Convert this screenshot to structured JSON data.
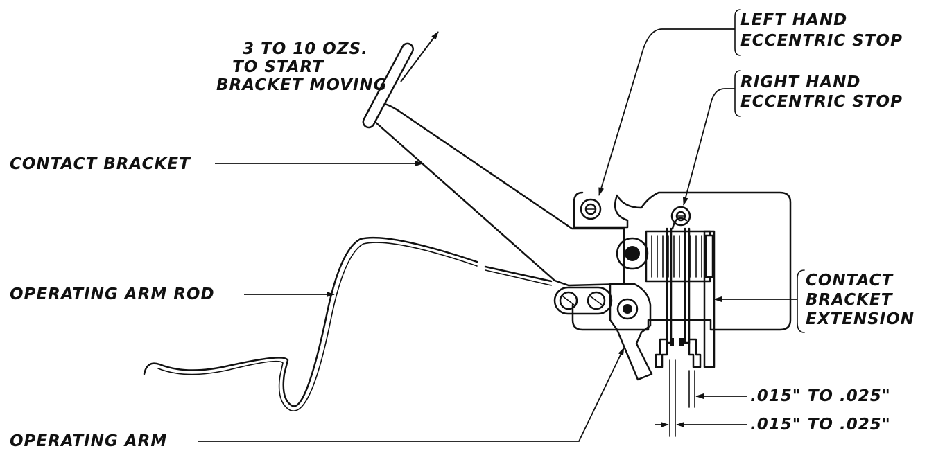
{
  "labels": {
    "force_line1": "3 TO 10 OZS.",
    "force_line2": "TO START",
    "force_line3": "BRACKET MOVING",
    "left_stop_line1": "LEFT HAND",
    "left_stop_line2": "ECCENTRIC STOP",
    "right_stop_line1": "RIGHT HAND",
    "right_stop_line2": "ECCENTRIC STOP",
    "contact_bracket": "CONTACT BRACKET",
    "operating_arm_rod": "OPERATING ARM ROD",
    "extension_line1": "CONTACT",
    "extension_line2": "BRACKET",
    "extension_line3": "EXTENSION",
    "gap_upper": ".015\" TO .025\"",
    "gap_lower": ".015\" TO .025\"",
    "operating_arm": "OPERATING ARM"
  },
  "colors": {
    "ink": "#111111",
    "paper": "#ffffff"
  }
}
